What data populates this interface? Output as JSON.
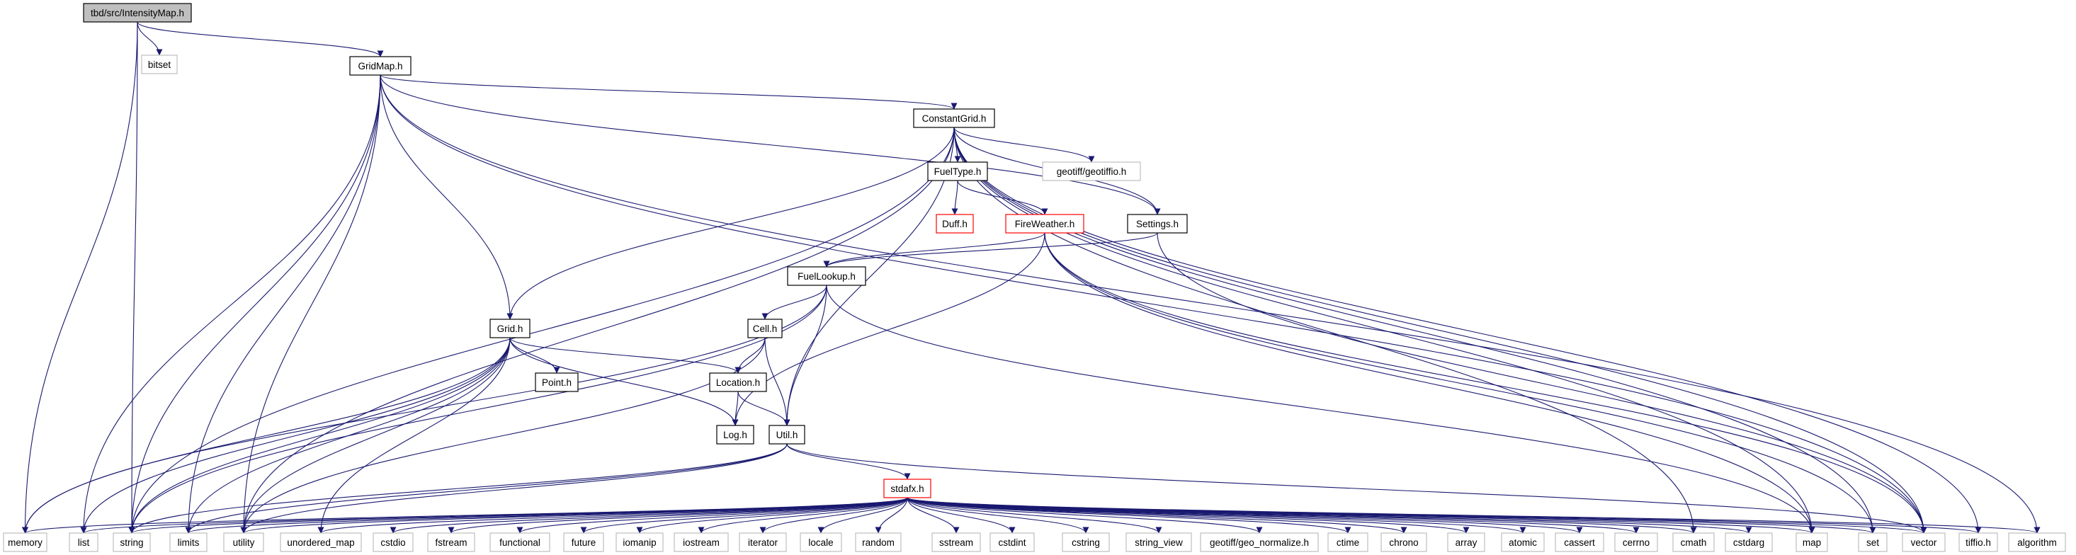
{
  "diagram": {
    "nodes": [
      {
        "id": "intensitymap",
        "label": "tbd/src/IntensityMap.h",
        "style": "root"
      },
      {
        "id": "memory",
        "label": "memory",
        "style": "system"
      },
      {
        "id": "string",
        "label": "string",
        "style": "system"
      },
      {
        "id": "bitset",
        "label": "bitset",
        "style": "system"
      },
      {
        "id": "gridmap",
        "label": "GridMap.h",
        "style": "local"
      },
      {
        "id": "constantgrid",
        "label": "ConstantGrid.h",
        "style": "local"
      },
      {
        "id": "fueltype",
        "label": "FuelType.h",
        "style": "local"
      },
      {
        "id": "geotiffio",
        "label": "geotiff/geotiffio.h",
        "style": "system"
      },
      {
        "id": "duff",
        "label": "Duff.h",
        "style": "truncated"
      },
      {
        "id": "fireweather",
        "label": "FireWeather.h",
        "style": "truncated"
      },
      {
        "id": "settings",
        "label": "Settings.h",
        "style": "local"
      },
      {
        "id": "fuellookup",
        "label": "FuelLookup.h",
        "style": "local"
      },
      {
        "id": "cell",
        "label": "Cell.h",
        "style": "local"
      },
      {
        "id": "grid",
        "label": "Grid.h",
        "style": "local"
      },
      {
        "id": "point",
        "label": "Point.h",
        "style": "local"
      },
      {
        "id": "location",
        "label": "Location.h",
        "style": "local"
      },
      {
        "id": "log",
        "label": "Log.h",
        "style": "local"
      },
      {
        "id": "util",
        "label": "Util.h",
        "style": "local"
      },
      {
        "id": "stdafx",
        "label": "stdafx.h",
        "style": "truncated"
      },
      {
        "id": "list",
        "label": "list",
        "style": "system"
      },
      {
        "id": "limits",
        "label": "limits",
        "style": "system"
      },
      {
        "id": "utility",
        "label": "utility",
        "style": "system"
      },
      {
        "id": "unordered_map",
        "label": "unordered_map",
        "style": "system"
      },
      {
        "id": "cstdio",
        "label": "cstdio",
        "style": "system"
      },
      {
        "id": "fstream",
        "label": "fstream",
        "style": "system"
      },
      {
        "id": "functional",
        "label": "functional",
        "style": "system"
      },
      {
        "id": "future",
        "label": "future",
        "style": "system"
      },
      {
        "id": "iomanip",
        "label": "iomanip",
        "style": "system"
      },
      {
        "id": "iostream",
        "label": "iostream",
        "style": "system"
      },
      {
        "id": "iterator",
        "label": "iterator",
        "style": "system"
      },
      {
        "id": "locale",
        "label": "locale",
        "style": "system"
      },
      {
        "id": "random",
        "label": "random",
        "style": "system"
      },
      {
        "id": "sstream",
        "label": "sstream",
        "style": "system"
      },
      {
        "id": "cstdint",
        "label": "cstdint",
        "style": "system"
      },
      {
        "id": "cstring",
        "label": "cstring",
        "style": "system"
      },
      {
        "id": "string_view",
        "label": "string_view",
        "style": "system"
      },
      {
        "id": "geo_normalize",
        "label": "geotiff/geo_normalize.h",
        "style": "system"
      },
      {
        "id": "ctime",
        "label": "ctime",
        "style": "system"
      },
      {
        "id": "chrono",
        "label": "chrono",
        "style": "system"
      },
      {
        "id": "array",
        "label": "array",
        "style": "system"
      },
      {
        "id": "atomic",
        "label": "atomic",
        "style": "system"
      },
      {
        "id": "cassert",
        "label": "cassert",
        "style": "system"
      },
      {
        "id": "cerrno",
        "label": "cerrno",
        "style": "system"
      },
      {
        "id": "cmath",
        "label": "cmath",
        "style": "system"
      },
      {
        "id": "cstdarg",
        "label": "cstdarg",
        "style": "system"
      },
      {
        "id": "map",
        "label": "map",
        "style": "system"
      },
      {
        "id": "set",
        "label": "set",
        "style": "system"
      },
      {
        "id": "vector",
        "label": "vector",
        "style": "system"
      },
      {
        "id": "tiffio",
        "label": "tiffio.h",
        "style": "system"
      },
      {
        "id": "algorithm",
        "label": "algorithm",
        "style": "system"
      }
    ],
    "edges": [
      [
        "intensitymap",
        "memory"
      ],
      [
        "intensitymap",
        "string"
      ],
      [
        "intensitymap",
        "bitset"
      ],
      [
        "intensitymap",
        "gridmap"
      ],
      [
        "gridmap",
        "constantgrid"
      ],
      [
        "gridmap",
        "grid"
      ],
      [
        "gridmap",
        "settings"
      ],
      [
        "gridmap",
        "list"
      ],
      [
        "gridmap",
        "string"
      ],
      [
        "gridmap",
        "limits"
      ],
      [
        "gridmap",
        "utility"
      ],
      [
        "gridmap",
        "algorithm"
      ],
      [
        "gridmap",
        "vector"
      ],
      [
        "constantgrid",
        "fueltype"
      ],
      [
        "constantgrid",
        "geotiffio"
      ],
      [
        "constantgrid",
        "settings"
      ],
      [
        "constantgrid",
        "grid"
      ],
      [
        "constantgrid",
        "util"
      ],
      [
        "constantgrid",
        "string"
      ],
      [
        "constantgrid",
        "utility"
      ],
      [
        "constantgrid",
        "map"
      ],
      [
        "constantgrid",
        "set"
      ],
      [
        "constantgrid",
        "vector"
      ],
      [
        "constantgrid",
        "tiffio"
      ],
      [
        "constantgrid",
        "cmath"
      ],
      [
        "fueltype",
        "duff"
      ],
      [
        "fueltype",
        "fireweather"
      ],
      [
        "fireweather",
        "fuellookup"
      ],
      [
        "fireweather",
        "log"
      ],
      [
        "fireweather",
        "map"
      ],
      [
        "fireweather",
        "set"
      ],
      [
        "fireweather",
        "vector"
      ],
      [
        "settings",
        "fuellookup"
      ],
      [
        "settings",
        "vector"
      ],
      [
        "fuellookup",
        "cell"
      ],
      [
        "fuellookup",
        "util"
      ],
      [
        "fuellookup",
        "memory"
      ],
      [
        "fuellookup",
        "string"
      ],
      [
        "fuellookup",
        "map"
      ],
      [
        "cell",
        "location"
      ],
      [
        "cell",
        "util"
      ],
      [
        "cell",
        "utility"
      ],
      [
        "grid",
        "point"
      ],
      [
        "grid",
        "location"
      ],
      [
        "grid",
        "log"
      ],
      [
        "grid",
        "memory"
      ],
      [
        "grid",
        "string"
      ],
      [
        "grid",
        "list"
      ],
      [
        "grid",
        "limits"
      ],
      [
        "grid",
        "utility"
      ],
      [
        "grid",
        "unordered_map"
      ],
      [
        "location",
        "log"
      ],
      [
        "location",
        "util"
      ],
      [
        "util",
        "stdafx"
      ],
      [
        "util",
        "string"
      ],
      [
        "util",
        "limits"
      ],
      [
        "util",
        "utility"
      ],
      [
        "util",
        "vector"
      ],
      [
        "stdafx",
        "memory"
      ],
      [
        "stdafx",
        "list"
      ],
      [
        "stdafx",
        "string"
      ],
      [
        "stdafx",
        "limits"
      ],
      [
        "stdafx",
        "utility"
      ],
      [
        "stdafx",
        "unordered_map"
      ],
      [
        "stdafx",
        "cstdio"
      ],
      [
        "stdafx",
        "fstream"
      ],
      [
        "stdafx",
        "functional"
      ],
      [
        "stdafx",
        "future"
      ],
      [
        "stdafx",
        "iomanip"
      ],
      [
        "stdafx",
        "iostream"
      ],
      [
        "stdafx",
        "iterator"
      ],
      [
        "stdafx",
        "locale"
      ],
      [
        "stdafx",
        "random"
      ],
      [
        "stdafx",
        "sstream"
      ],
      [
        "stdafx",
        "cstdint"
      ],
      [
        "stdafx",
        "cstring"
      ],
      [
        "stdafx",
        "string_view"
      ],
      [
        "stdafx",
        "geo_normalize"
      ],
      [
        "stdafx",
        "ctime"
      ],
      [
        "stdafx",
        "chrono"
      ],
      [
        "stdafx",
        "array"
      ],
      [
        "stdafx",
        "atomic"
      ],
      [
        "stdafx",
        "cassert"
      ],
      [
        "stdafx",
        "cerrno"
      ],
      [
        "stdafx",
        "cmath"
      ],
      [
        "stdafx",
        "cstdarg"
      ],
      [
        "stdafx",
        "map"
      ],
      [
        "stdafx",
        "set"
      ],
      [
        "stdafx",
        "vector"
      ],
      [
        "stdafx",
        "tiffio"
      ],
      [
        "stdafx",
        "algorithm"
      ]
    ],
    "colors": {
      "edge": "#191970",
      "root_fill": "#bfbfbf",
      "local_border": "#000000",
      "system_border": "#bfbfbf",
      "truncated_border": "#ff0000",
      "background": "#ffffff"
    }
  }
}
